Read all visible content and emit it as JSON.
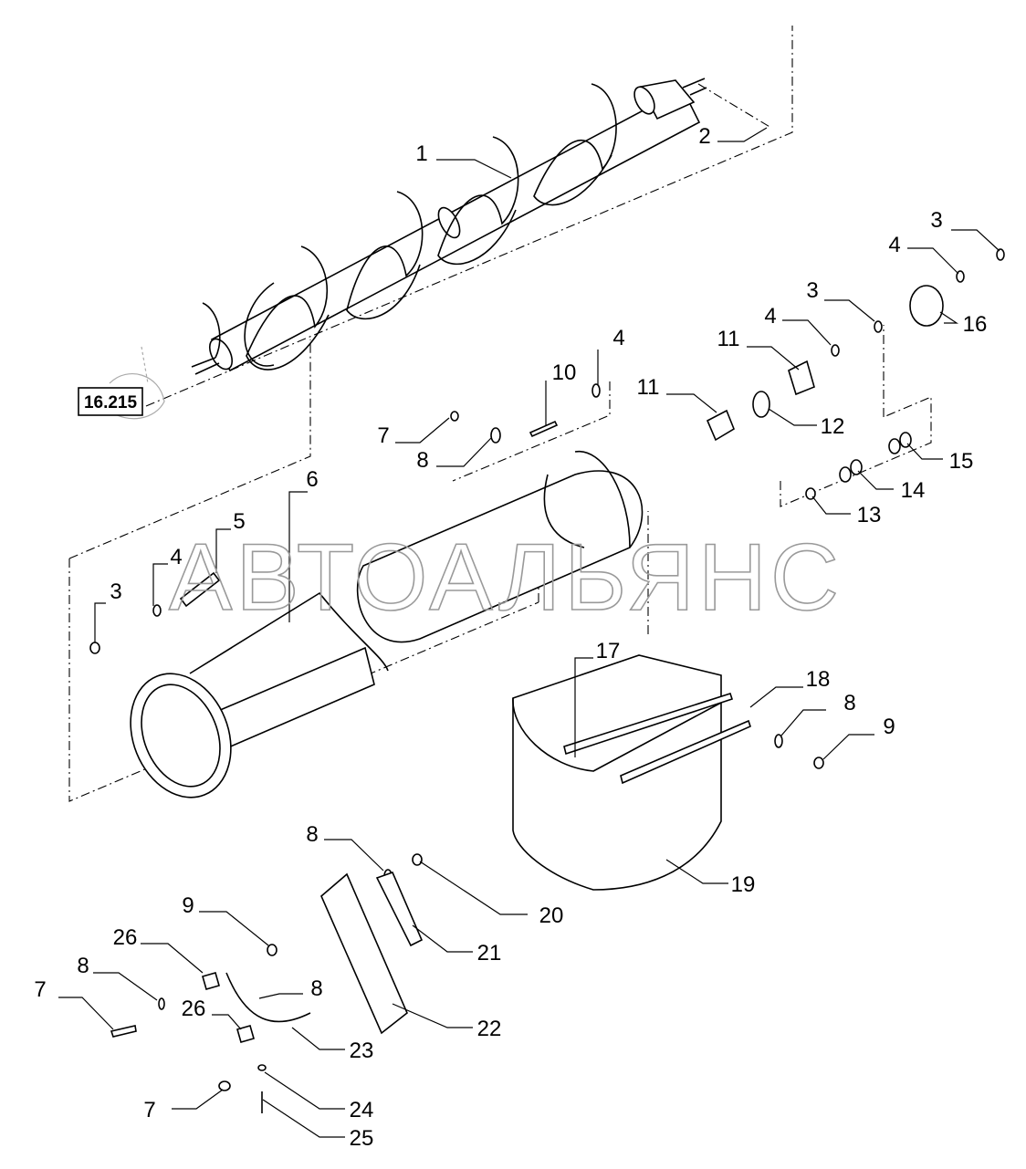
{
  "watermark": "АВТОАЛЬЯНС",
  "reference_box": "16.215",
  "callouts": [
    {
      "id": "c1",
      "text": "1"
    },
    {
      "id": "c2",
      "text": "2"
    },
    {
      "id": "c3a",
      "text": "3"
    },
    {
      "id": "c4a",
      "text": "4"
    },
    {
      "id": "c3b",
      "text": "3"
    },
    {
      "id": "c16",
      "text": "16"
    },
    {
      "id": "c4b",
      "text": "4"
    },
    {
      "id": "c11a",
      "text": "11"
    },
    {
      "id": "c10",
      "text": "10"
    },
    {
      "id": "c4c",
      "text": "4"
    },
    {
      "id": "c11b",
      "text": "11"
    },
    {
      "id": "c12",
      "text": "12"
    },
    {
      "id": "c7a",
      "text": "7"
    },
    {
      "id": "c8a",
      "text": "8"
    },
    {
      "id": "c15",
      "text": "15"
    },
    {
      "id": "c14",
      "text": "14"
    },
    {
      "id": "c13",
      "text": "13"
    },
    {
      "id": "c6",
      "text": "6"
    },
    {
      "id": "c5",
      "text": "5"
    },
    {
      "id": "c4d",
      "text": "4"
    },
    {
      "id": "c3c",
      "text": "3"
    },
    {
      "id": "c17",
      "text": "17"
    },
    {
      "id": "c18",
      "text": "18"
    },
    {
      "id": "c8b",
      "text": "8"
    },
    {
      "id": "c9a",
      "text": "9"
    },
    {
      "id": "c19",
      "text": "19"
    },
    {
      "id": "c8c",
      "text": "8"
    },
    {
      "id": "c20",
      "text": "20"
    },
    {
      "id": "c9b",
      "text": "9"
    },
    {
      "id": "c21",
      "text": "21"
    },
    {
      "id": "c26a",
      "text": "26"
    },
    {
      "id": "c8d",
      "text": "8"
    },
    {
      "id": "c7b",
      "text": "7"
    },
    {
      "id": "c8e",
      "text": "8"
    },
    {
      "id": "c26b",
      "text": "26"
    },
    {
      "id": "c22",
      "text": "22"
    },
    {
      "id": "c23",
      "text": "23"
    },
    {
      "id": "c7c",
      "text": "7"
    },
    {
      "id": "c24",
      "text": "24"
    },
    {
      "id": "c25",
      "text": "25"
    }
  ]
}
